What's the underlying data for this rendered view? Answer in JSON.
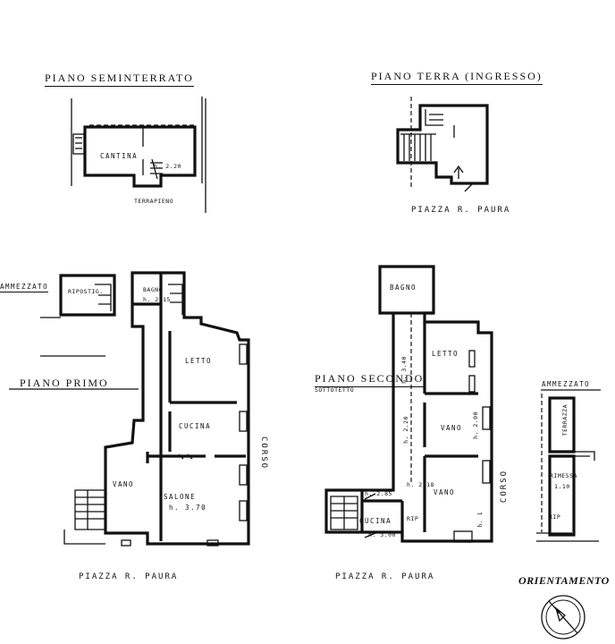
{
  "floors": {
    "seminterrato": {
      "title": "PIANO SEMINTERRATO",
      "room": "CANTINA",
      "height": "h. 2.20",
      "note": "TERRAPIENO"
    },
    "terra": {
      "title": "PIANO TERRA (INGRESSO)",
      "street": "PIAZZA R. PAURA"
    },
    "primo": {
      "title": "PIANO PRIMO",
      "ammezzato": "AMMEZZATO",
      "ripostiglio": "RIPOSTIG.",
      "bagno": "BAGNO",
      "bagno_height": "h. 2.15",
      "letto": "LETTO",
      "cucina": "CUCINA",
      "vano": "VANO",
      "salone": "SALONE",
      "salone_height": "h. 3.70",
      "corso": "CORSO",
      "street": "PIAZZA R. PAURA"
    },
    "secondo": {
      "title": "PIANO SECONDO",
      "subtitle": "SOTTOTETTO",
      "bagno": "BAGNO",
      "letto": "LETTO",
      "vano_upper": "VANO",
      "vano_lower": "VANO",
      "cucina": "CUCINA",
      "rip": "RIP",
      "h_a": "h. 3.40",
      "h_b": "h. 2.20",
      "h_c": "h. 2.00",
      "h_d": "h. 2.18",
      "h_e": "h. 2.85",
      "h_f": "h. 3.00",
      "h_g": "h. 1",
      "corso": "CORSO",
      "street": "PIAZZA R. PAURA"
    },
    "ammezzato_right": {
      "title": "AMMEZZATO",
      "terrazza": "TERRAZZA",
      "room": "RIMESSA",
      "height": "1.10",
      "rip": "RIP"
    }
  },
  "orientamento": {
    "label": "ORIENTAMENTO",
    "icon": "compass-icon"
  }
}
